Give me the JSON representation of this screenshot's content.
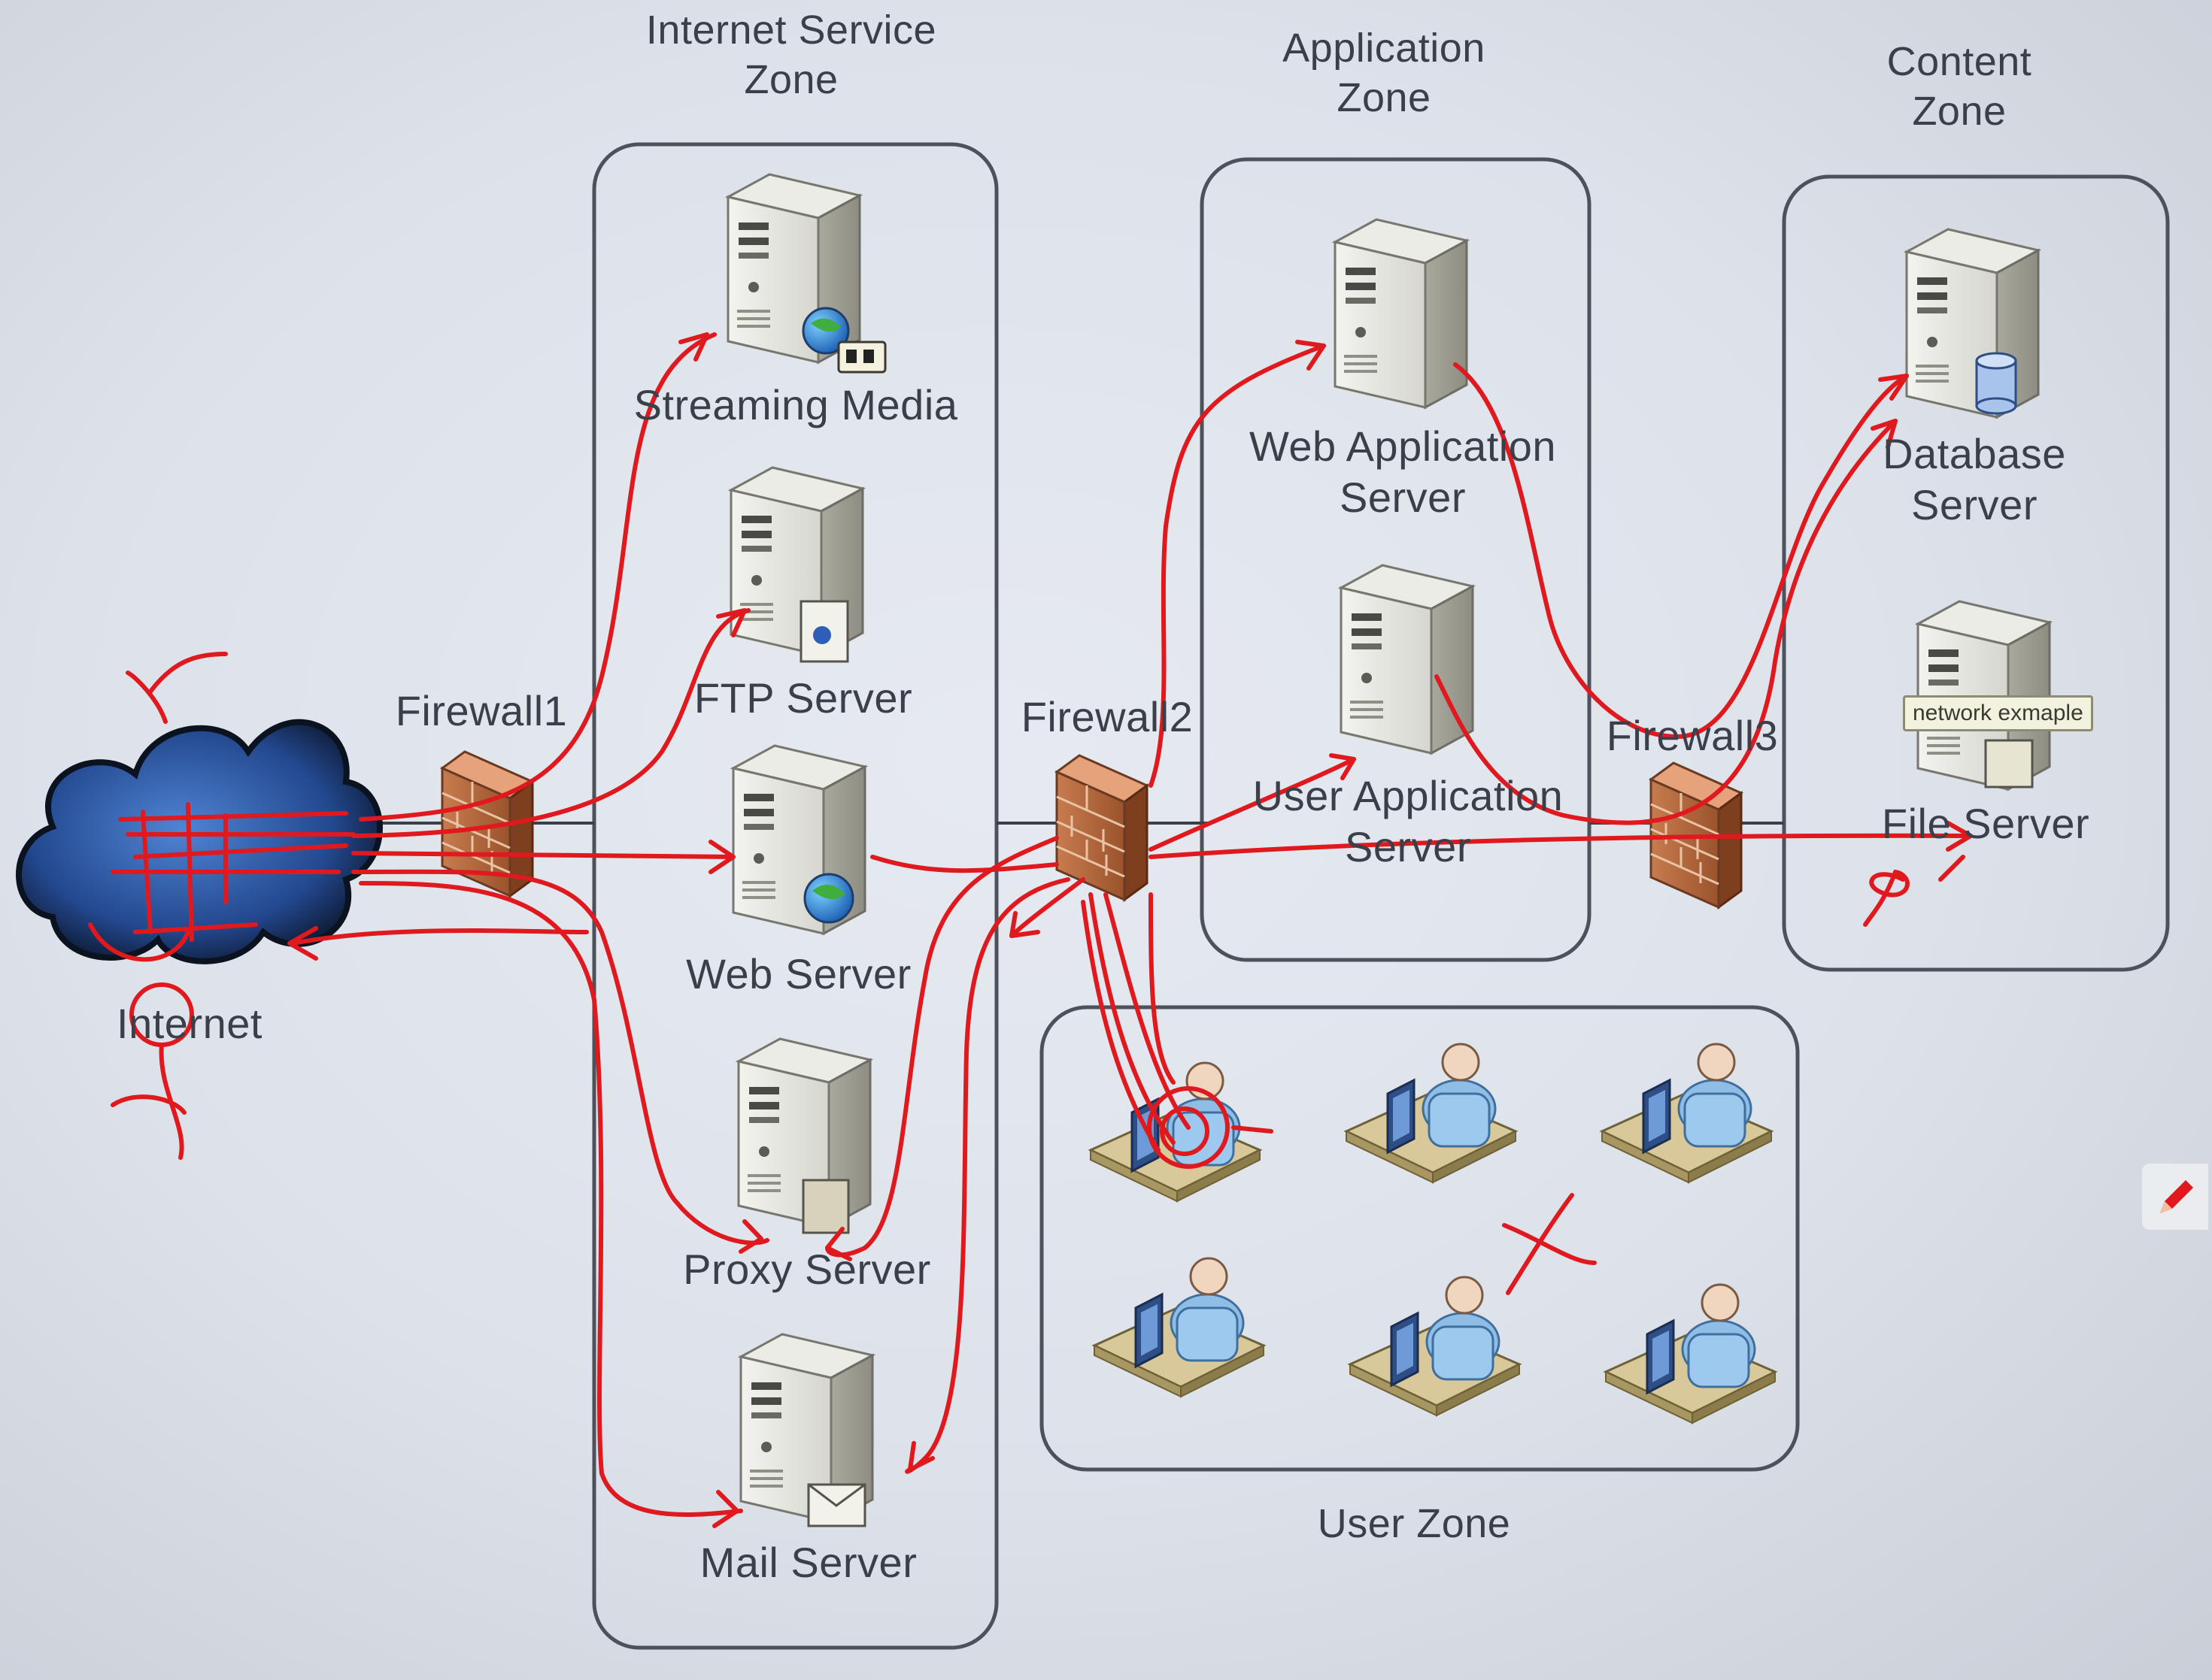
{
  "zones": {
    "internet_service": "Internet Service\nZone",
    "application": "Application\nZone",
    "content": "Content\nZone",
    "user": "User Zone"
  },
  "nodes": {
    "streaming": "Streaming Media",
    "ftp": "FTP Server",
    "web": "Web Server",
    "proxy": "Proxy Server",
    "mail": "Mail Server",
    "web_app": "Web Application\nServer",
    "user_app": "User Application\nServer",
    "database": "Database\nServer",
    "file": "File Server",
    "internet": "Internet"
  },
  "firewalls": {
    "fw1": "Firewall1",
    "fw2": "Firewall2",
    "fw3": "Firewall3"
  },
  "tooltip": "network exmaple",
  "annotation_color": "#e0191e",
  "icons": {
    "server": "server-tower-icon",
    "firewall": "brick-firewall-icon",
    "cloud": "cloud-icon",
    "user": "user-workstation-icon",
    "pen": "pencil-icon"
  }
}
